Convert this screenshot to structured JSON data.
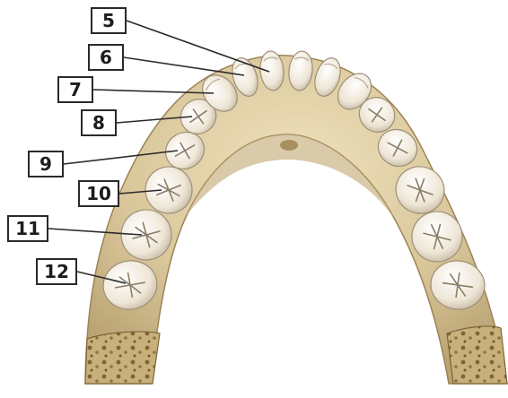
{
  "figure": {
    "labels": [
      "5",
      "6",
      "7",
      "8",
      "9",
      "10",
      "11",
      "12"
    ]
  },
  "colors": {
    "bone": "#d9c79a",
    "bone_shadow": "#b8a274",
    "bone_light": "#eadcb6",
    "enamel": "#f2ece0",
    "enamel_shadow": "#c9bfae",
    "cancellous": "#9c8455",
    "leader": "#2a2a2a"
  }
}
